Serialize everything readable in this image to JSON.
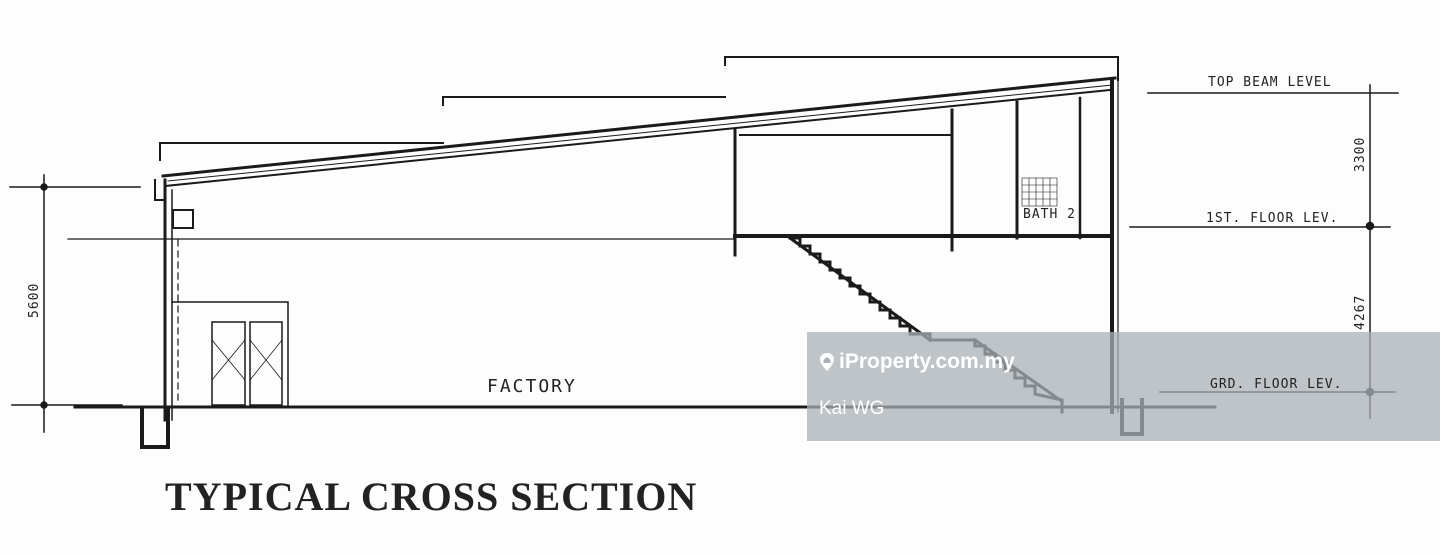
{
  "drawing": {
    "title": "TYPICAL CROSS SECTION",
    "room_labels": {
      "factory": "FACTORY",
      "bath": "BATH 2"
    },
    "levels": {
      "top_beam": "TOP BEAM LEVEL",
      "first_floor": "1ST. FLOOR LEV.",
      "ground_floor": "GRD. FLOOR LEV."
    },
    "dimensions": {
      "overall_height": "5600",
      "upper": "3300",
      "lower": "4267"
    }
  },
  "watermark": {
    "brand": "iProperty.com.my",
    "agent": "Kai WG",
    "icon": "location-pin-icon"
  }
}
